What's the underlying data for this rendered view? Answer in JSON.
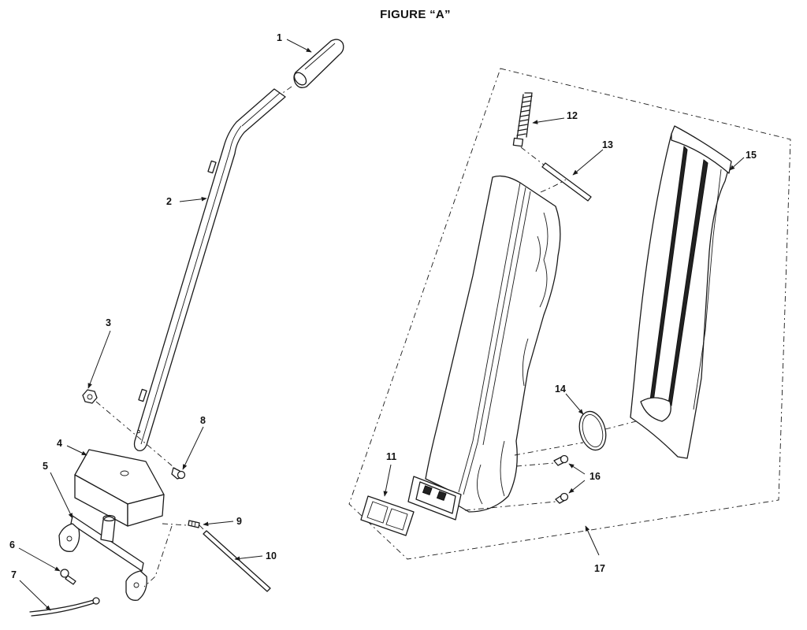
{
  "figure": {
    "title": "FIGURE “A”"
  },
  "callouts": [
    {
      "id": "callout-1",
      "label": "1"
    },
    {
      "id": "callout-2",
      "label": "2"
    },
    {
      "id": "callout-3",
      "label": "3"
    },
    {
      "id": "callout-4",
      "label": "4"
    },
    {
      "id": "callout-5",
      "label": "5"
    },
    {
      "id": "callout-6",
      "label": "6"
    },
    {
      "id": "callout-7",
      "label": "7"
    },
    {
      "id": "callout-8",
      "label": "8"
    },
    {
      "id": "callout-9",
      "label": "9"
    },
    {
      "id": "callout-10",
      "label": "10"
    },
    {
      "id": "callout-11",
      "label": "11"
    },
    {
      "id": "callout-12",
      "label": "12"
    },
    {
      "id": "callout-13",
      "label": "13"
    },
    {
      "id": "callout-14",
      "label": "14"
    },
    {
      "id": "callout-15",
      "label": "15"
    },
    {
      "id": "callout-16",
      "label": "16"
    },
    {
      "id": "callout-17",
      "label": "17"
    }
  ]
}
